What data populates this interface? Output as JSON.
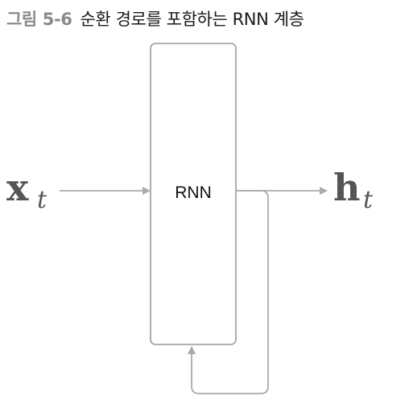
{
  "caption": {
    "figure_number": "그림 5-6",
    "title": "순환 경로를 포함하는 RNN 계층"
  },
  "diagram": {
    "block_label": "RNN",
    "input": {
      "symbol": "x",
      "subscript": "t"
    },
    "output": {
      "symbol": "h",
      "subscript": "t"
    }
  },
  "colors": {
    "arrow": "#aaaaaa",
    "block_border": "#999999",
    "variable": "#555555",
    "caption_number": "#8a8a8a"
  }
}
